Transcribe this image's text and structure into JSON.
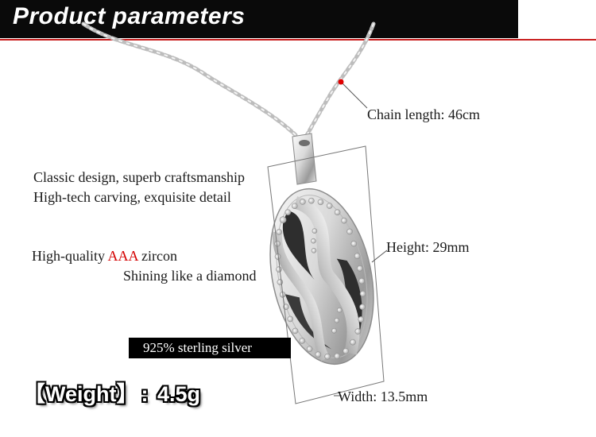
{
  "header": {
    "title": "Product parameters"
  },
  "specs": {
    "chain_length": "Chain length: 46cm",
    "height": "Height:  29mm",
    "width": "Width:  13.5mm"
  },
  "features": {
    "line1": "Classic design, superb craftsmanship",
    "line2": "High-tech carving, exquisite detail",
    "zircon_prefix": "High-quality ",
    "zircon_accent": "AAA",
    "zircon_suffix": " zircon",
    "shine": "Shining like a diamond"
  },
  "material": {
    "label": "925% sterling silver"
  },
  "weight": {
    "label": "【Weight】",
    "separator": ":",
    "value": "4.5g"
  },
  "colors": {
    "header_bg": "#0a0a0a",
    "accent": "#d40000",
    "rule": "#c81e1e"
  }
}
